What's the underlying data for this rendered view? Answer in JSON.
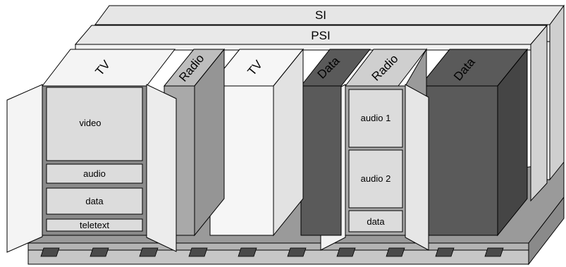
{
  "tables": {
    "si": "SI",
    "psi": "PSI"
  },
  "services": {
    "tv_1": "TV",
    "radio_1": "Radio",
    "tv_2": "TV",
    "data_1": "Data",
    "radio_2": "Radio",
    "data_2": "Data"
  },
  "tv_components": {
    "video": "video",
    "audio": "audio",
    "data": "data",
    "teletext": "teletext"
  },
  "radio_components": {
    "audio_1": "audio 1",
    "audio_2": "audio 2",
    "data": "data"
  },
  "colors": {
    "light": "#f4f4f4",
    "light_mid": "#cfcfcf",
    "mid_gray": "#a9a9a9",
    "dark": "#5a5a5a",
    "darker": "#464646",
    "outline": "#000000"
  }
}
